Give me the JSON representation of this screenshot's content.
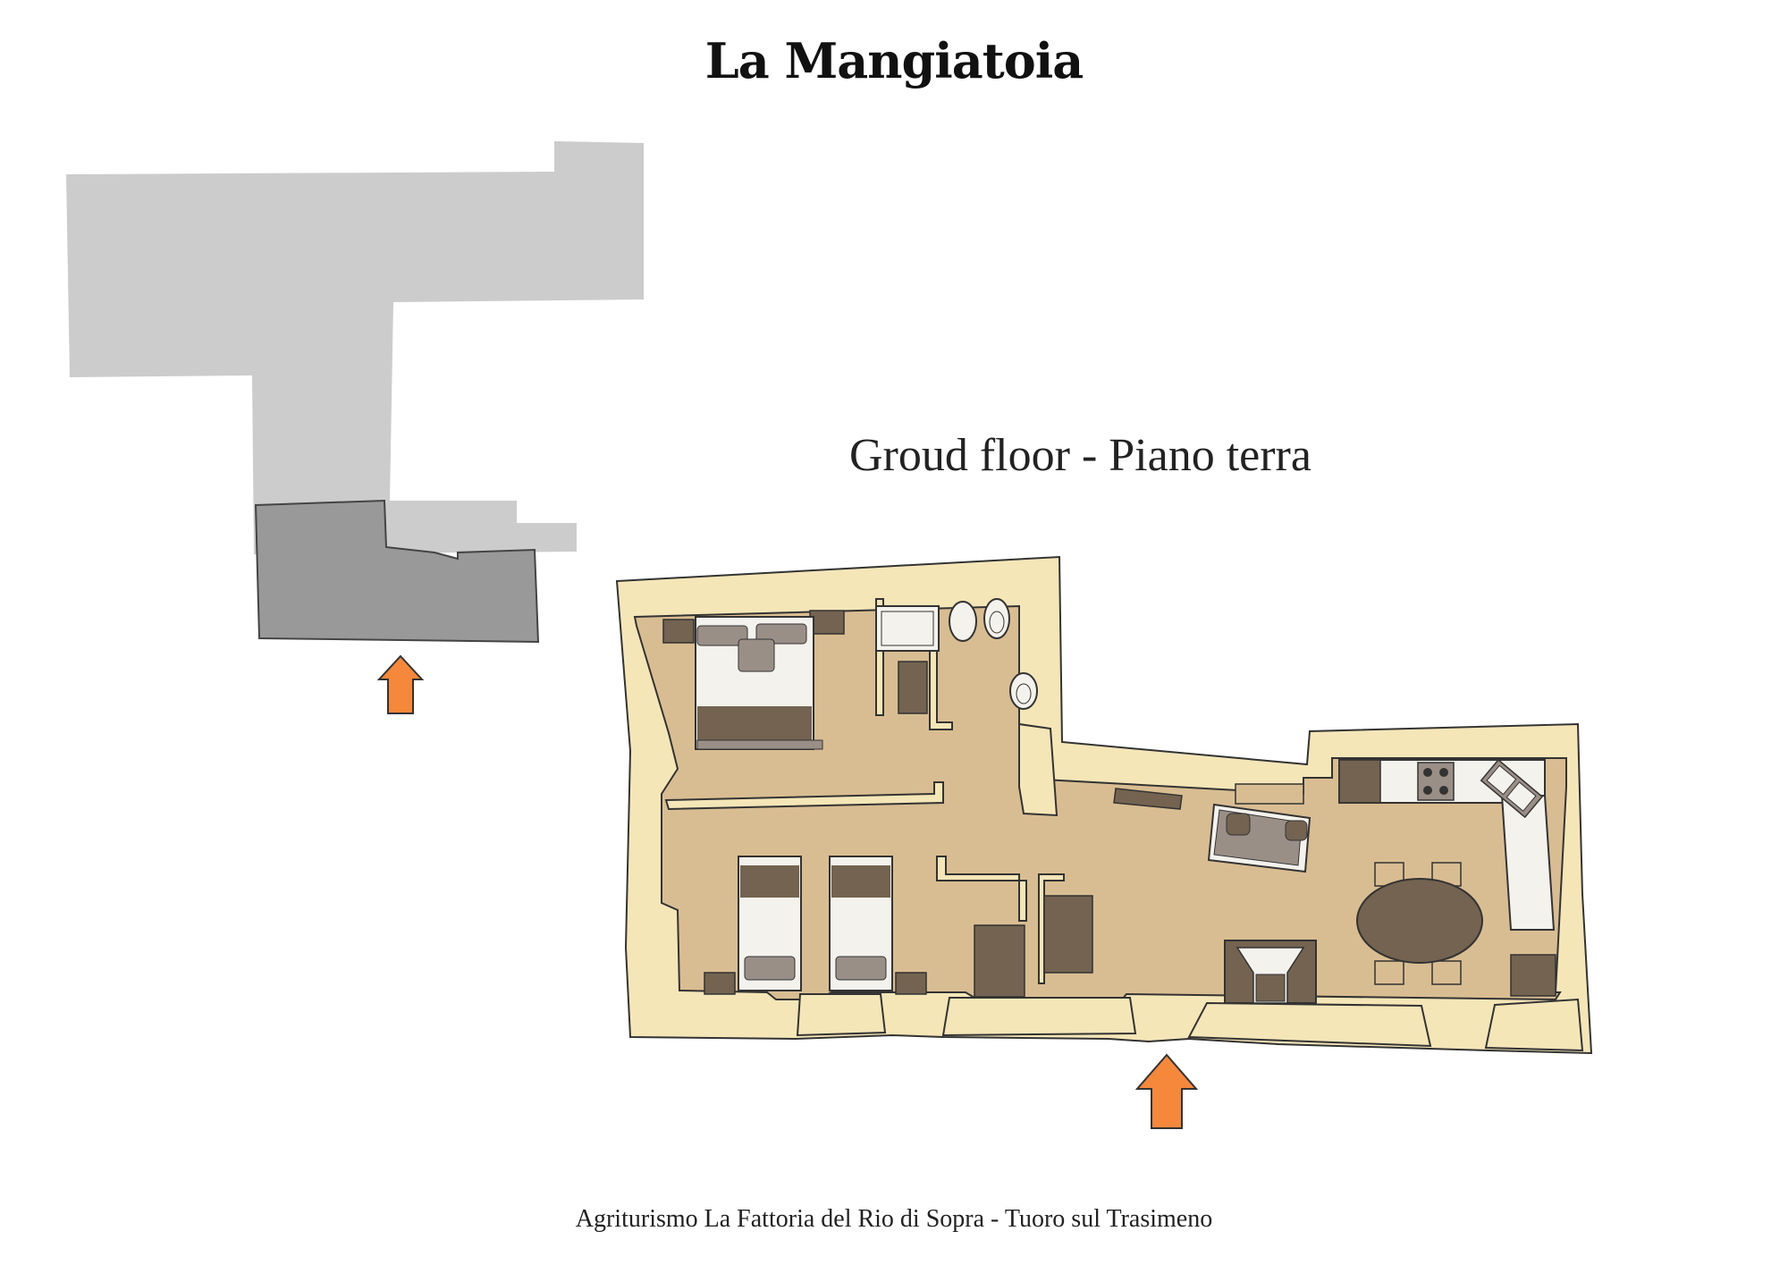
{
  "title": "La Mangiatoia",
  "subtitle": "Groud floor - Piano terra",
  "footer": "Agriturismo La Fattoria del Rio di Sopra - Tuoro sul Trasimeno",
  "colors": {
    "site_light": "#cccccc",
    "site_dark": "#999999",
    "wall": "#f5e6b8",
    "floor": "#d9bd92",
    "furniture_dark": "#736350",
    "furniture_mid": "#9a8f87",
    "bed_sheet": "#f4f2ec",
    "entrance_arrow": "#f5883a",
    "outline": "#333333"
  },
  "icons": {
    "site_entrance": "up-arrow-icon",
    "apartment_entrance": "up-arrow-icon"
  }
}
